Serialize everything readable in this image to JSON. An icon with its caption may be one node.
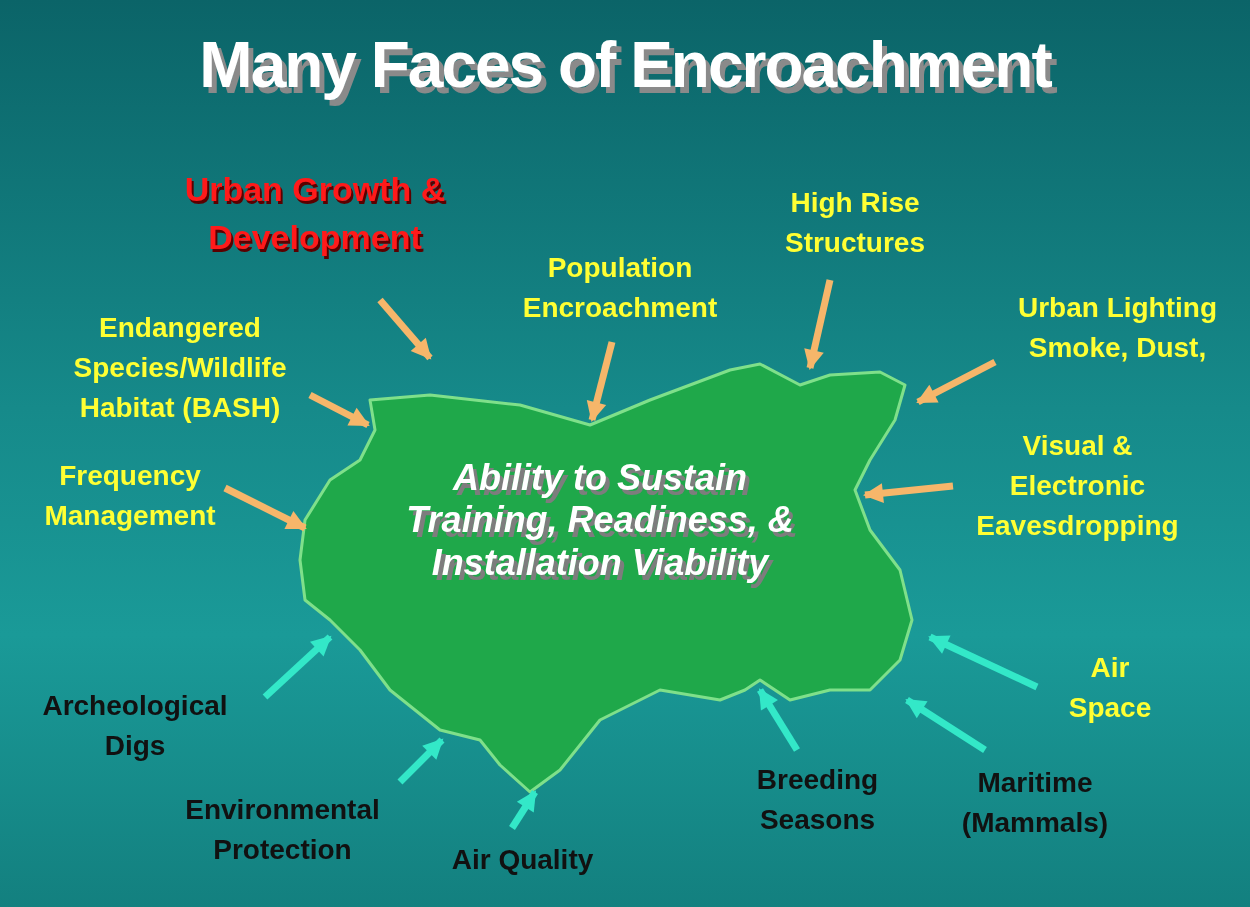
{
  "diagram": {
    "title": "Many Faces of Encroachment",
    "nodes": [
      {
        "text": [
          "Ability to Sustain Training, Readiness, & Installation Viability"
        ]
      },
      {
        "text": [
          "Urban Growth & Development"
        ]
      },
      {
        "text": [
          "Population Encroachment"
        ]
      },
      {
        "text": [
          "High Rise Structures"
        ]
      },
      {
        "text": [
          "Urban Lighting Smoke, Dust,"
        ]
      },
      {
        "text": [
          "Endangered Species/Wildlife Habitat (BASH)"
        ]
      },
      {
        "text": [
          "Frequency Management"
        ]
      },
      {
        "text": [
          "Visual & Electronic Eavesdropping"
        ]
      },
      {
        "text": [
          "Archeological Digs"
        ]
      },
      {
        "text": [
          "Air Space"
        ]
      },
      {
        "text": [
          "Environmental Protection"
        ]
      },
      {
        "text": [
          "Air Quality"
        ]
      },
      {
        "text": [
          "Breeding Seasons"
        ]
      },
      {
        "text": [
          "Maritime (Mammals)"
        ]
      }
    ],
    "edges": [
      {
        "from": 1,
        "to": 0,
        "arrow": "to"
      },
      {
        "from": 2,
        "to": 0,
        "arrow": "to"
      },
      {
        "from": 3,
        "to": 0,
        "arrow": "to"
      },
      {
        "from": 4,
        "to": 0,
        "arrow": "to"
      },
      {
        "from": 5,
        "to": 0,
        "arrow": "to"
      },
      {
        "from": 6,
        "to": 0,
        "arrow": "to"
      },
      {
        "from": 7,
        "to": 0,
        "arrow": "to"
      },
      {
        "from": 8,
        "to": 0,
        "arrow": "to",
        "color": "#33e8c8"
      },
      {
        "from": 9,
        "to": 0,
        "arrow": "to",
        "color": "#33e8c8"
      },
      {
        "from": 10,
        "to": 0,
        "arrow": "to",
        "color": "#33e8c8"
      },
      {
        "from": 11,
        "to": 0,
        "arrow": "to",
        "color": "#33e8c8"
      },
      {
        "from": 12,
        "to": 0,
        "arrow": "to",
        "color": "#33e8c8"
      },
      {
        "from": 13,
        "to": 0,
        "arrow": "to",
        "color": "#33e8c8"
      }
    ]
  }
}
